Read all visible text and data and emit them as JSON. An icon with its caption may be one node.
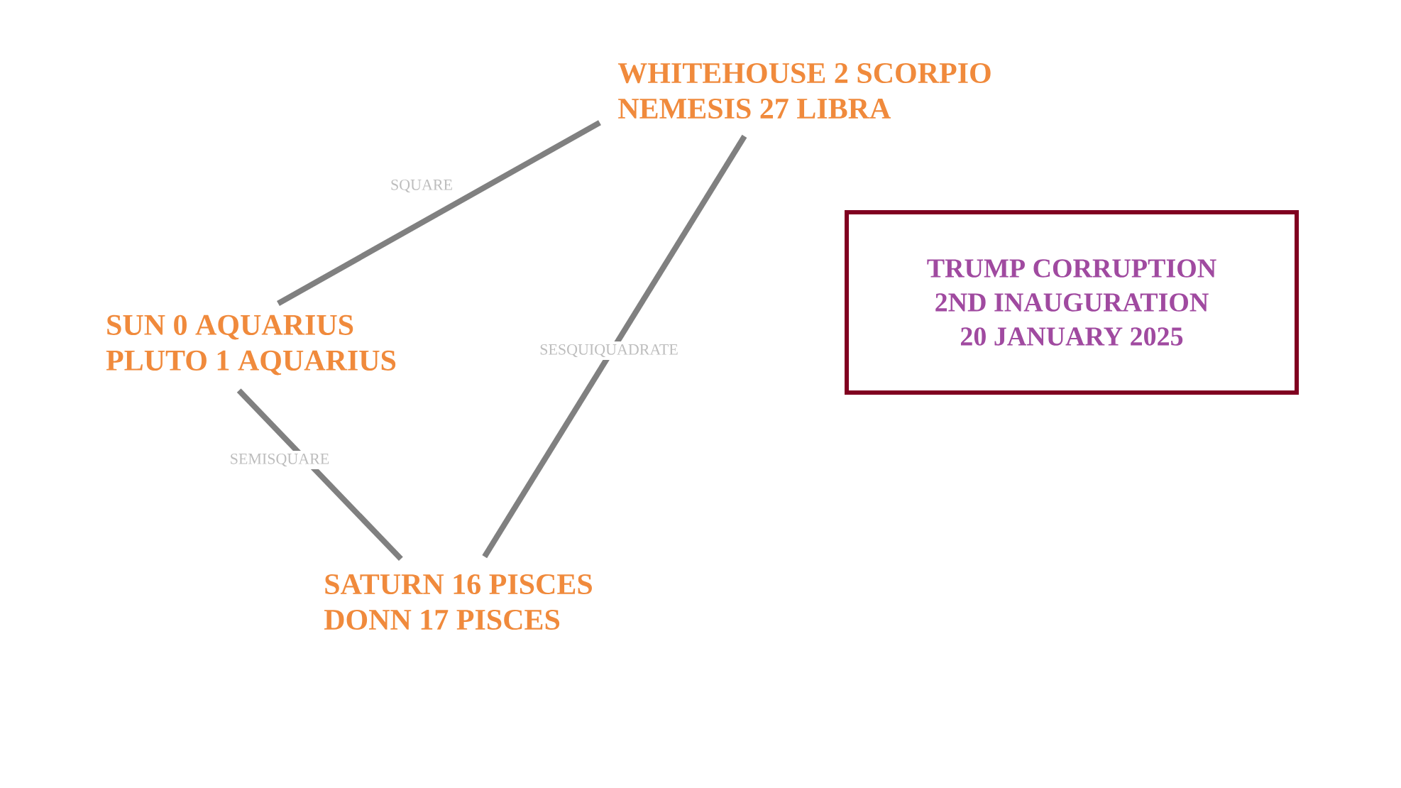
{
  "diagram": {
    "nodes": [
      {
        "text": [
          "WHITEHOUSE 2 SCORPIO",
          "NEMESIS 27 LIBRA"
        ]
      },
      {
        "text": [
          "SUN 0 AQUARIUS",
          "PLUTO 1 AQUARIUS"
        ]
      },
      {
        "text": [
          "SATURN 16 PISCES",
          "DONN 17 PISCES"
        ]
      },
      {
        "text": [
          "TRUMP CORRUPTION",
          "2ND INAUGURATION",
          "20 JANUARY 2025"
        ]
      }
    ],
    "edges": [
      {
        "from": 1,
        "to": 0,
        "label": "SQUARE",
        "arrow": "none"
      },
      {
        "from": 1,
        "to": 2,
        "label": "SEMISQUARE",
        "arrow": "none"
      },
      {
        "from": 2,
        "to": 0,
        "label": "SESQUIQUADRATE",
        "arrow": "none"
      }
    ]
  }
}
